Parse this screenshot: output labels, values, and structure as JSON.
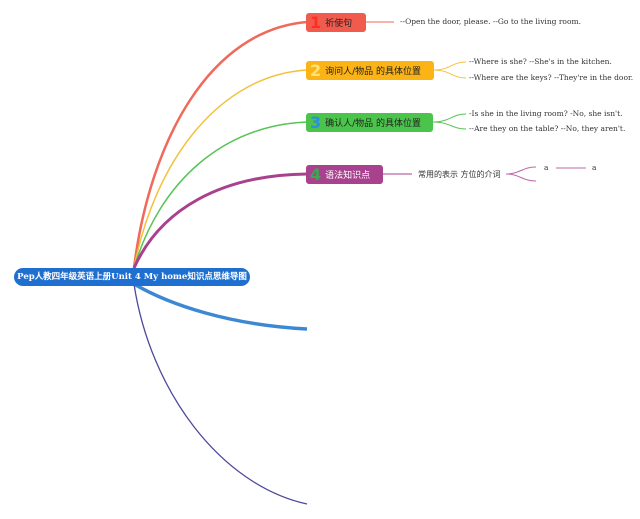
{
  "root": {
    "label": "Pep人教四年级英语上册Unit 4 My home知识点思维导图",
    "color": "#1f6fd1"
  },
  "branches": [
    {
      "num": "1",
      "label": "祈使句",
      "color": "#ef5b4c",
      "num_color": "#ff3b2a",
      "notes": [
        "--Open the door, please. --Go to the living room."
      ]
    },
    {
      "num": "2",
      "label": "询问人/物品 的具体位置",
      "color": "#fbb315",
      "num_color": "#ffd24a",
      "notes": [
        "--Where is she? --She's in the kitchen.",
        "--Where are the keys? --They're in the door."
      ]
    },
    {
      "num": "3",
      "label": "确认人/物品 的具体位置",
      "color": "#4ac44a",
      "num_color": "#2f8fd8",
      "notes": [
        "-Is she in the living room? -No, she isn't.",
        "--Are they on the table? --No, they aren't."
      ]
    },
    {
      "num": "4",
      "label": "语法知识点",
      "color": "#a8418e",
      "num_color": "#3aa84f",
      "notes": [
        "常用的表示 方位的介词"
      ],
      "sub": [
        "a",
        "a"
      ]
    }
  ]
}
